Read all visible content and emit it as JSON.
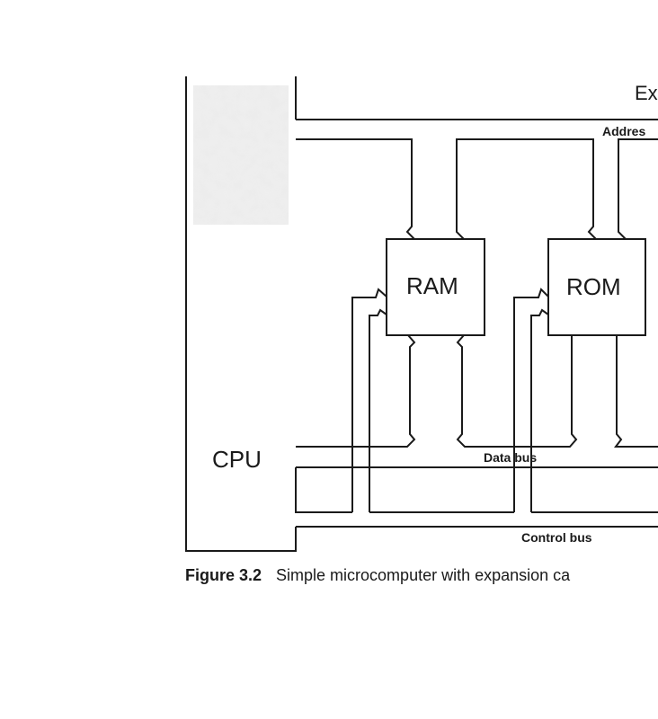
{
  "diagram": {
    "cpu_label": "CPU",
    "ram_label": "RAM",
    "rom_label": "ROM",
    "expansion_label": "Ex",
    "address_bus_label": "Addres",
    "data_bus_label": "Data bus",
    "control_bus_label": "Control bus"
  },
  "caption": {
    "number": "Figure 3.2",
    "text": "Simple microcomputer with expansion ca"
  },
  "colors": {
    "ink": "#1a1a1a",
    "cpu_shade": "#ececec"
  }
}
